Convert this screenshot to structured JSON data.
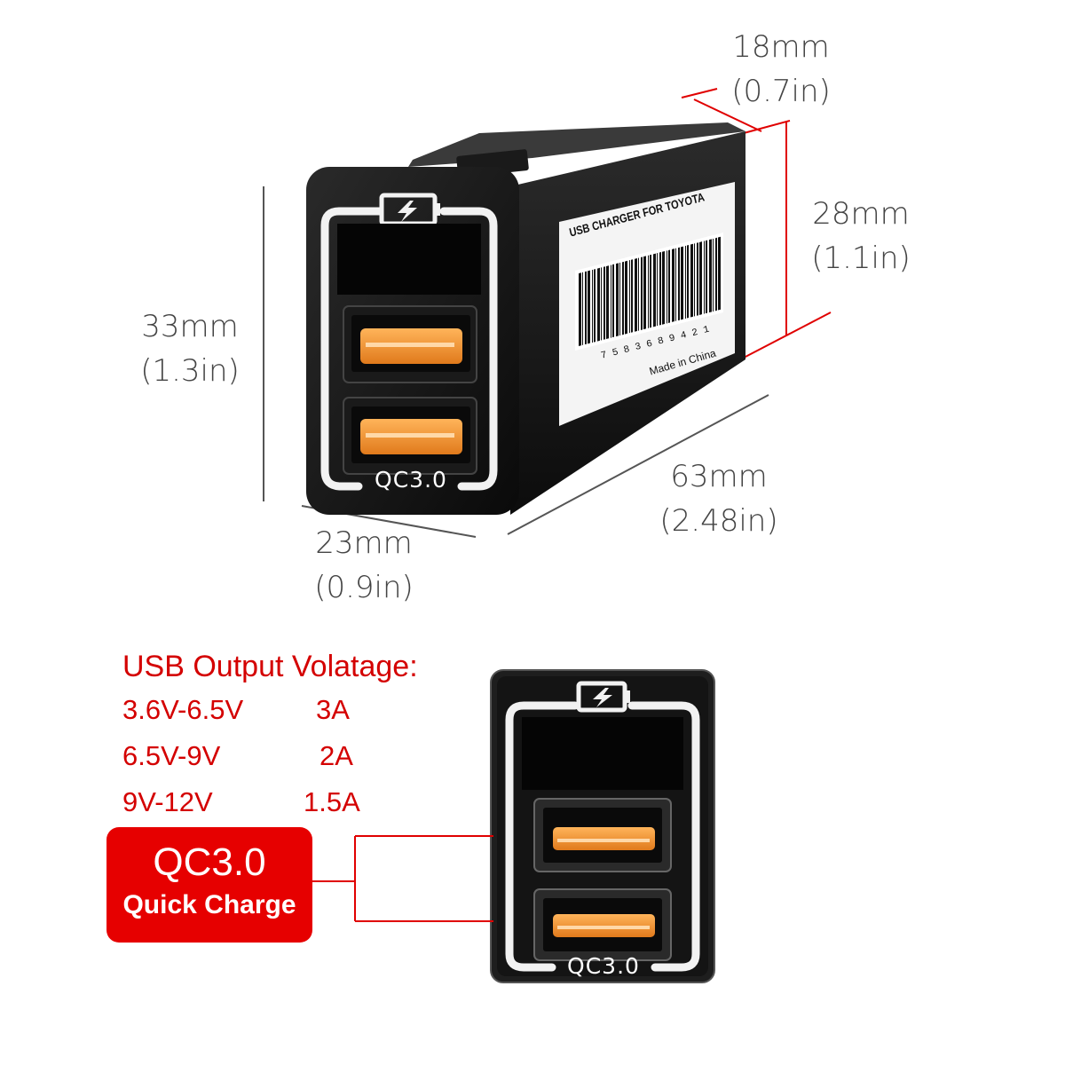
{
  "dimensions": {
    "depth": {
      "mm": "18mm",
      "inch": "(0.7in)"
    },
    "height_back": {
      "mm": "28mm",
      "inch": "(1.1in)"
    },
    "height_front": {
      "mm": "33mm",
      "inch": "(1.3in)"
    },
    "width": {
      "mm": "23mm",
      "inch": "(0.9in)"
    },
    "length": {
      "mm": "63mm",
      "inch": "(2.48in)"
    }
  },
  "label": {
    "title": "USB CHARGER FOR TOYOTA",
    "barcode_number": "7 5 8 3 6 8 9 4 2 1",
    "origin": "Made in China"
  },
  "device": {
    "qc_marking": "QC3.0",
    "icon": "battery-bolt-icon"
  },
  "specs": {
    "title": "USB Output Volatage:",
    "rows": [
      {
        "voltage": "3.6V-6.5V",
        "current": "3A"
      },
      {
        "voltage": "6.5V-9V",
        "current": "2A"
      },
      {
        "voltage": "9V-12V",
        "current": "1.5A"
      }
    ]
  },
  "badge": {
    "main": "QC3.0",
    "sub": "Quick Charge"
  },
  "colors": {
    "accent_red": "#e60000",
    "spec_red": "#d40000",
    "usb_orange": "#f39a3c",
    "body_black": "#111111"
  }
}
